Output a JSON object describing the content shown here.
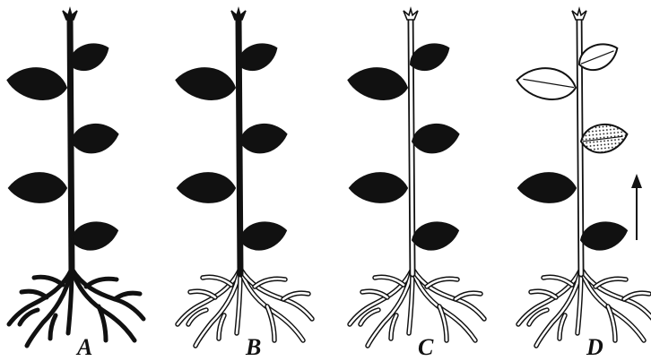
{
  "figure": {
    "plants": [
      {
        "label": "A",
        "stem": "dark",
        "roots": "dark",
        "leaves": [
          "dark",
          "dark",
          "dark",
          "dark",
          "dark"
        ],
        "arrow": false
      },
      {
        "label": "B",
        "stem": "dark",
        "roots": "outline",
        "leaves": [
          "dark",
          "dark",
          "dark",
          "dark",
          "dark"
        ],
        "arrow": false
      },
      {
        "label": "C",
        "stem": "outline",
        "roots": "outline",
        "leaves": [
          "dark",
          "dark",
          "dark",
          "dark",
          "dark"
        ],
        "arrow": false
      },
      {
        "label": "D",
        "stem": "outline",
        "roots": "outline",
        "leaves": [
          "outline",
          "outline",
          "dotted",
          "dark",
          "dark"
        ],
        "arrow": true
      }
    ],
    "colors": {
      "ink": "#111111",
      "paper": "#ffffff"
    }
  }
}
